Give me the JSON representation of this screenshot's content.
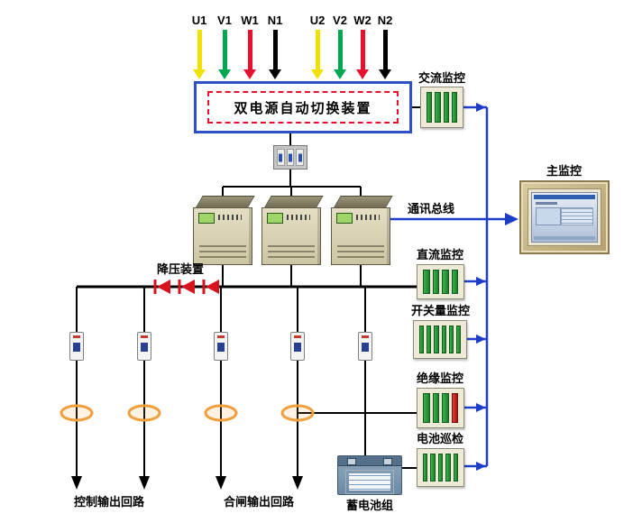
{
  "diagram": {
    "title_box": "双电源自动切换装置",
    "phases": [
      {
        "label": "U1",
        "color": "#f2e000"
      },
      {
        "label": "V1",
        "color": "#00a650"
      },
      {
        "label": "W1",
        "color": "#e8112d"
      },
      {
        "label": "N1",
        "color": "#000000"
      },
      {
        "label": "U2",
        "color": "#f2e000"
      },
      {
        "label": "V2",
        "color": "#00a650"
      },
      {
        "label": "W2",
        "color": "#e8112d"
      },
      {
        "label": "N2",
        "color": "#000000"
      }
    ],
    "labels": {
      "step_down": "降压装置",
      "comm_bus": "通讯总线",
      "main_monitor": "主监控",
      "ac_monitor": "交流监控",
      "dc_monitor": "直流监控",
      "switch_monitor": "开关量监控",
      "insulation_monitor": "绝缘监控",
      "battery_inspection": "电池巡检",
      "control_output": "控制输出回路",
      "closing_output": "合闸输出回路",
      "battery_pack": "蓄电池组"
    },
    "colors": {
      "wire": "#000000",
      "comm_blue": "#1e3ec8",
      "diode_red": "#d8131f",
      "ct_orange": "#ef9f3c",
      "box_border_blue": "#2b50c8",
      "box_border_red": "#e8112d"
    }
  }
}
